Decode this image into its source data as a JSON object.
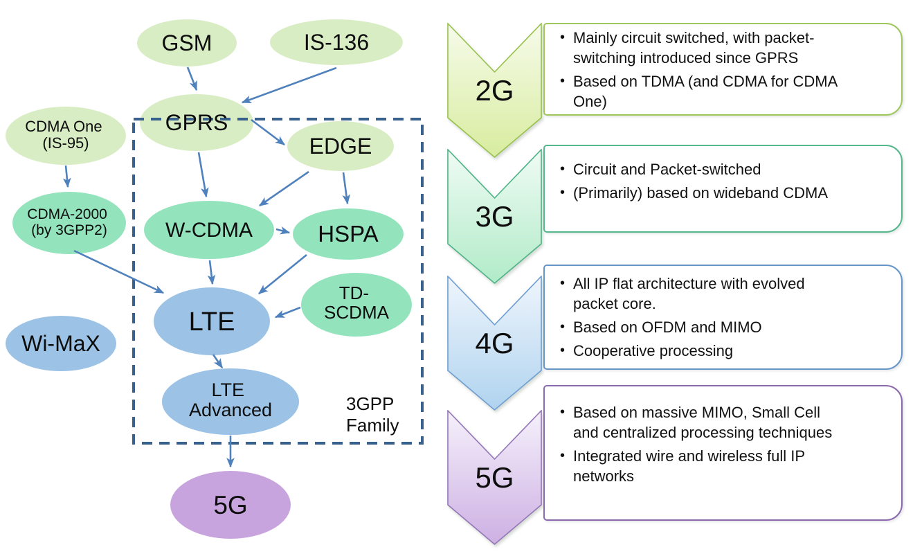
{
  "diagram": {
    "title_implicit": "Evolution of mobile network technologies",
    "group_label_lines": [
      "3GPP",
      "Family"
    ],
    "nodes": [
      {
        "id": "gsm",
        "lines": [
          "GSM"
        ],
        "family": "green"
      },
      {
        "id": "is-136",
        "lines": [
          "IS-136"
        ],
        "family": "green"
      },
      {
        "id": "cdma-one",
        "lines": [
          "CDMA One",
          "(IS-95)"
        ],
        "family": "green"
      },
      {
        "id": "gprs",
        "lines": [
          "GPRS"
        ],
        "family": "green"
      },
      {
        "id": "edge",
        "lines": [
          "EDGE"
        ],
        "family": "green"
      },
      {
        "id": "cdma-2000",
        "lines": [
          "CDMA-2000",
          "(by 3GPP2)"
        ],
        "family": "teal"
      },
      {
        "id": "w-cdma",
        "lines": [
          "W-CDMA"
        ],
        "family": "teal"
      },
      {
        "id": "hspa",
        "lines": [
          "HSPA"
        ],
        "family": "teal"
      },
      {
        "id": "td-scdma",
        "lines": [
          "TD-",
          "SCDMA"
        ],
        "family": "teal"
      },
      {
        "id": "lte",
        "lines": [
          "LTE"
        ],
        "family": "blue"
      },
      {
        "id": "wi-max",
        "lines": [
          "Wi-MaX"
        ],
        "family": "blue"
      },
      {
        "id": "lte-advanced",
        "lines": [
          "LTE",
          "Advanced"
        ],
        "family": "blue"
      },
      {
        "id": "5g",
        "lines": [
          "5G"
        ],
        "family": "purple"
      }
    ],
    "edges": [
      {
        "from": "GSM",
        "to": "GPRS"
      },
      {
        "from": "IS-136",
        "to": "GPRS"
      },
      {
        "from": "GPRS",
        "to": "EDGE"
      },
      {
        "from": "GPRS",
        "to": "W-CDMA"
      },
      {
        "from": "EDGE",
        "to": "W-CDMA"
      },
      {
        "from": "EDGE",
        "to": "HSPA"
      },
      {
        "from": "W-CDMA",
        "to": "HSPA"
      },
      {
        "from": "W-CDMA",
        "to": "LTE"
      },
      {
        "from": "HSPA",
        "to": "LTE"
      },
      {
        "from": "TD-SCDMA",
        "to": "LTE"
      },
      {
        "from": "CDMA One (IS-95)",
        "to": "CDMA-2000 (by 3GPP2)"
      },
      {
        "from": "CDMA-2000",
        "to": "LTE"
      },
      {
        "from": "LTE",
        "to": "LTE Advanced"
      },
      {
        "from": "LTE Advanced",
        "to": "5G"
      }
    ],
    "colors": {
      "node_green": "#d9edc4",
      "node_teal": "#93e3bd",
      "node_blue": "#9cc3e6",
      "node_purple": "#c8a4de",
      "arrow": "#4f81bd",
      "dashed_boundary": "#38618e"
    }
  },
  "timeline_panel": {
    "bullet_glyph": "•",
    "items": [
      {
        "generation": "2G",
        "chevron_fill_top": "#f6fbea",
        "chevron_fill_bottom": "#d8ec9f",
        "chevron_border": "#97c14c",
        "box_border": "#a0c75e",
        "bullets": [
          "Mainly circuit switched, with packet-\nswitching introduced since GPRS",
          "Based on TDMA (and CDMA for CDMA\nOne)"
        ]
      },
      {
        "generation": "3G",
        "chevron_fill_top": "#effbf4",
        "chevron_fill_bottom": "#b1ebc8",
        "chevron_border": "#4db287",
        "box_border": "#55b78b",
        "bullets": [
          "Circuit and Packet-switched",
          "(Primarily) based on wideband CDMA"
        ]
      },
      {
        "generation": "4G",
        "chevron_fill_top": "#eef5fc",
        "chevron_fill_bottom": "#b0d3ef",
        "chevron_border": "#6d9dd1",
        "box_border": "#6596c7",
        "bullets": [
          "All IP flat architecture with evolved\npacket core.",
          "Based on OFDM and MIMO",
          "Cooperative processing"
        ]
      },
      {
        "generation": "5G",
        "chevron_fill_top": "#f5f0fb",
        "chevron_fill_bottom": "#cdb0e3",
        "chevron_border": "#9476b7",
        "box_border": "#8b69ad",
        "bullets": [
          "Based on massive MIMO, Small Cell\nand centralized processing techniques",
          "Integrated wire and wireless full IP\nnetworks"
        ]
      }
    ]
  }
}
